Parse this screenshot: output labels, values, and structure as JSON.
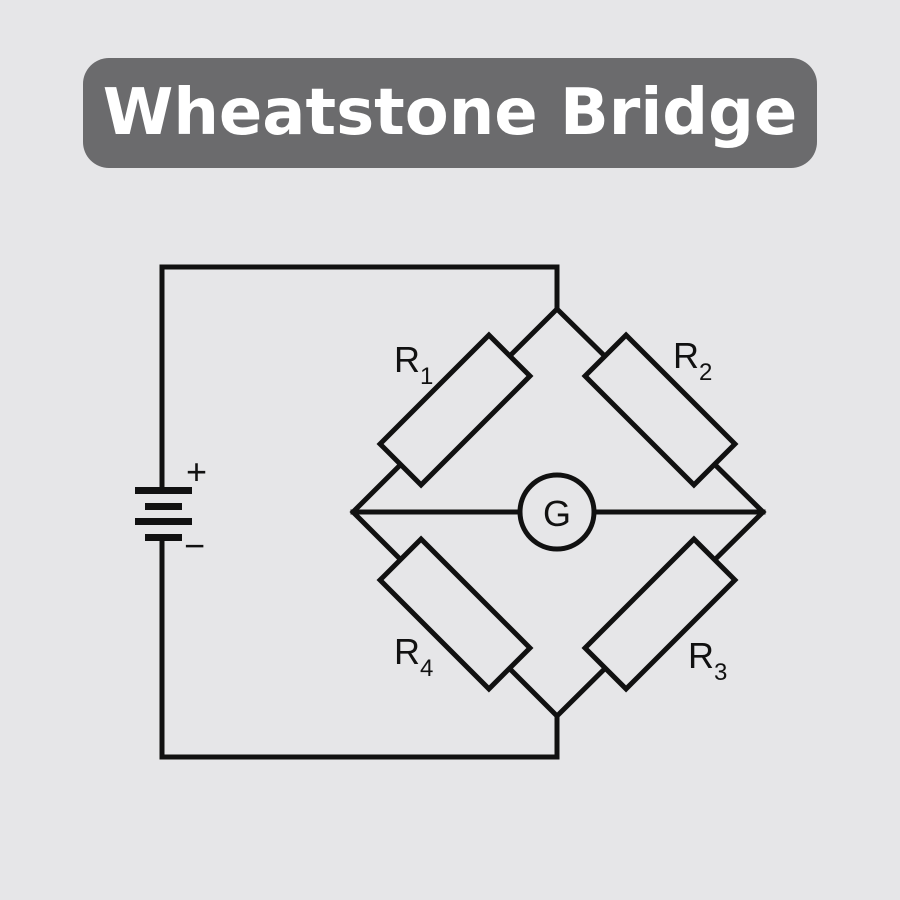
{
  "title": "Wheatstone Bridge",
  "resistors": [
    {
      "label": "R",
      "sub": "1"
    },
    {
      "label": "R",
      "sub": "2"
    },
    {
      "label": "R",
      "sub": "3"
    },
    {
      "label": "R",
      "sub": "4"
    }
  ],
  "galvanometer": "G",
  "battery": {
    "plus": "+",
    "minus": "−"
  }
}
